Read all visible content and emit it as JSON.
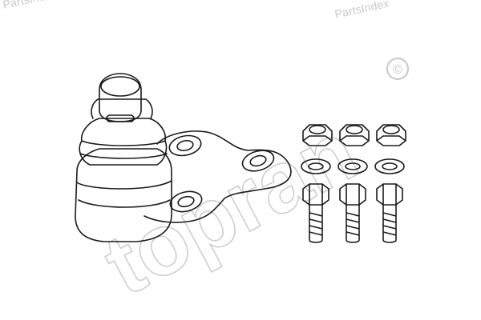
{
  "watermarks": {
    "left_text": "PartsIndex",
    "right_text": "PartsIndex",
    "brand_logo_text": "topran",
    "copyright_symbol": "©"
  },
  "illustration": {
    "subject": "ball-joint-with-mounting-kit",
    "line_color": "#1a1a1a",
    "watermark_color": "#c8c8c8",
    "nuts_count": 3,
    "washers_count": 3,
    "bolts_count": 3
  }
}
